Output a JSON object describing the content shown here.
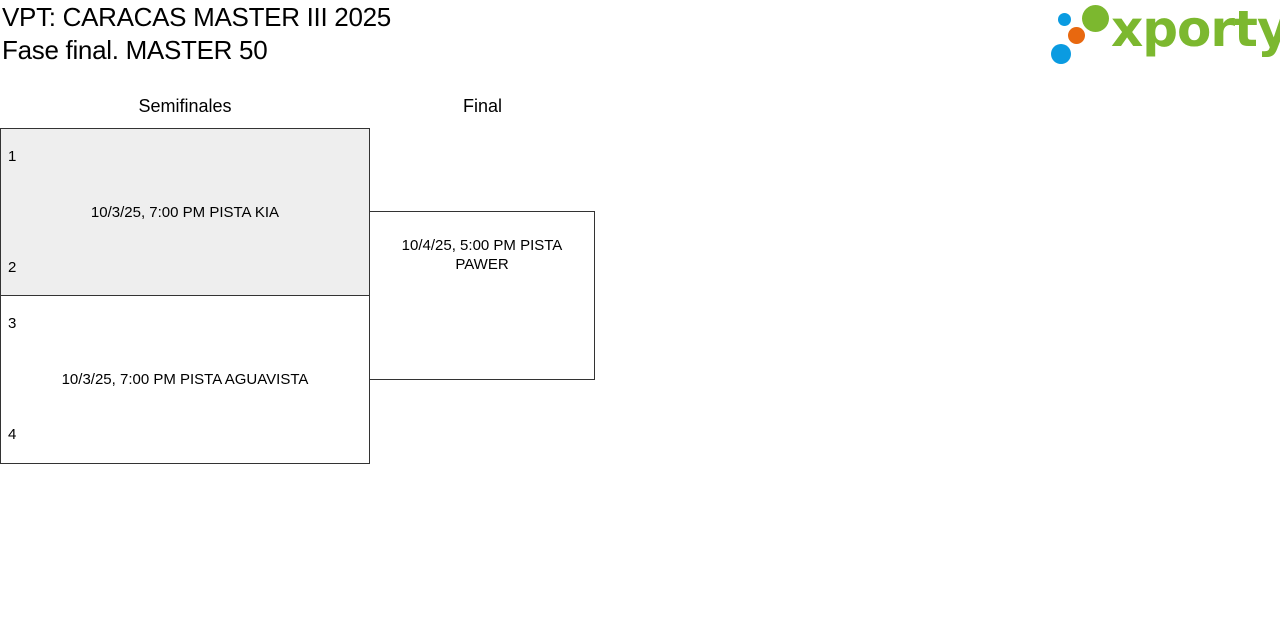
{
  "header": {
    "title_line1": "VPT: CARACAS MASTER III 2025",
    "title_line2": "Fase final. MASTER 50"
  },
  "logo": {
    "text": "xporty",
    "colors": {
      "green": "#7cb82f",
      "blue": "#0a9be1",
      "orange": "#e8680f"
    }
  },
  "rounds": [
    {
      "label": "Semifinales"
    },
    {
      "label": "Final"
    }
  ],
  "matches": [
    {
      "seed_top": "1",
      "seed_bottom": "2",
      "info": "10/3/25, 7:00 PM PISTA KIA"
    },
    {
      "seed_top": "3",
      "seed_bottom": "4",
      "info": "10/3/25, 7:00 PM PISTA AGUAVISTA"
    },
    {
      "info": "10/4/25, 5:00 PM PISTA PAWER"
    }
  ]
}
